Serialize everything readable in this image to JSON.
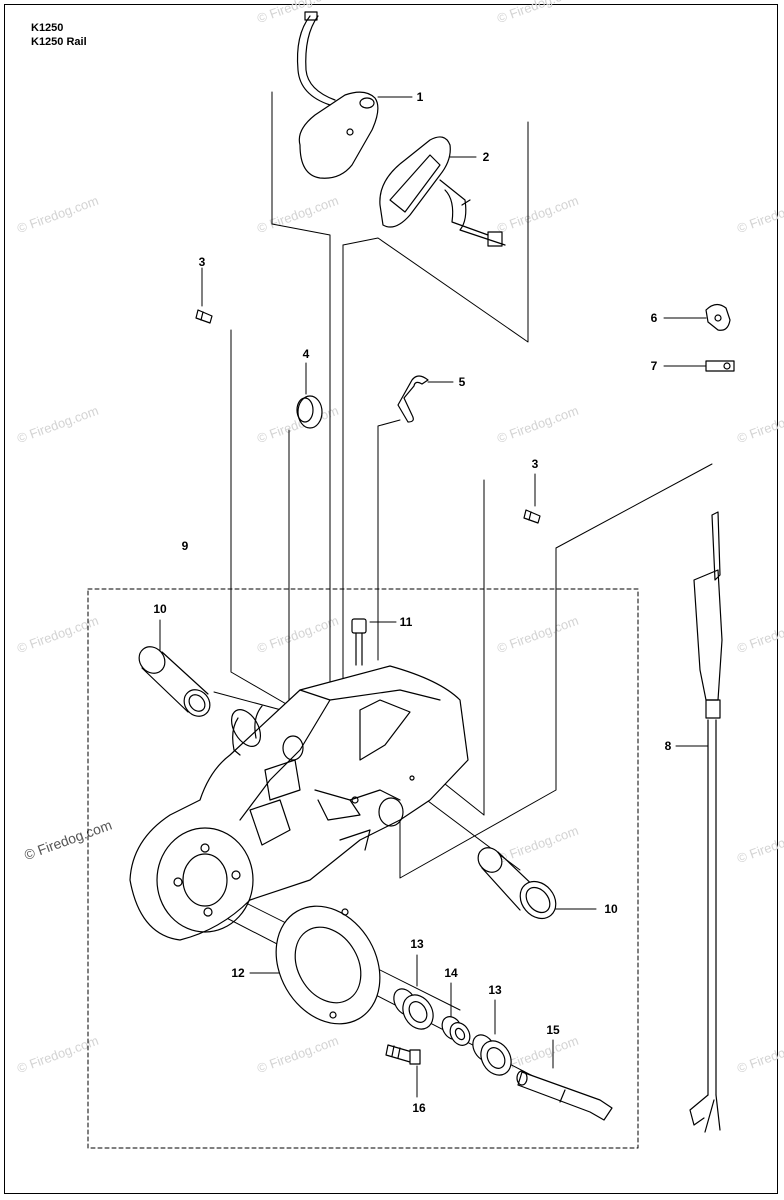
{
  "header": {
    "model": "K1250",
    "model_rail": "K1250 Rail"
  },
  "watermark": {
    "text": "© Firedog.com"
  },
  "callouts": {
    "c1": "1",
    "c2": "2",
    "c3a": "3",
    "c3b": "3",
    "c4": "4",
    "c5": "5",
    "c6": "6",
    "c7": "7",
    "c8": "8",
    "c9": "9",
    "c10a": "10",
    "c10b": "10",
    "c11": "11",
    "c12": "12",
    "c13a": "13",
    "c13b": "13",
    "c14": "14",
    "c15": "15",
    "c16": "16"
  }
}
